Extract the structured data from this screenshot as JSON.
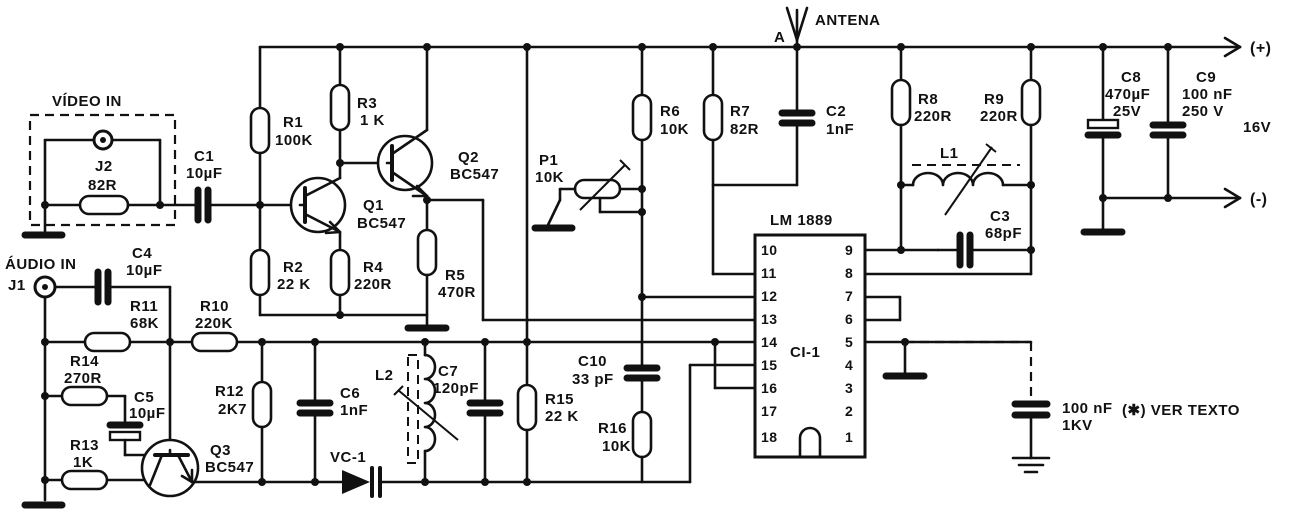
{
  "labels": {
    "antena": "ANTENA",
    "antena_node": "A",
    "plus": "(+)",
    "minus": "(-)",
    "supply": "16V",
    "video_in": "VÍDEO IN",
    "audio_in": "ÁUDIO IN",
    "j1": "J1",
    "j2": "J2",
    "r_82": "82R",
    "c1": "C1",
    "c1v": "10µF",
    "r1": "R1",
    "r1v": "100K",
    "r2": "R2",
    "r2v": "22 K",
    "r3": "R3",
    "r3v": "1 K",
    "r4": "R4",
    "r4v": "220R",
    "r5": "R5",
    "r5v": "470R",
    "q1": "Q1",
    "q1v": "BC547",
    "q2": "Q2",
    "q2v": "BC547",
    "q3": "Q3",
    "q3v": "BC547",
    "c4": "C4",
    "c4v": "10µF",
    "r11": "R11",
    "r11v": "68K",
    "r10": "R10",
    "r10v": "220K",
    "r14": "R14",
    "r14v": "270R",
    "c5": "C5",
    "c5v": "10µF",
    "r13": "R13",
    "r13v": "1K",
    "r12": "R12",
    "r12v": "2K7",
    "c6": "C6",
    "c6v": "1nF",
    "l2": "L2",
    "c7": "C7",
    "c7v": "120pF",
    "vc1": "VC-1",
    "r15": "R15",
    "r15v": "22 K",
    "p1": "P1",
    "p1v": "10K",
    "r6": "R6",
    "r6v": "10K",
    "r7": "R7",
    "r7v": "82R",
    "c2": "C2",
    "c2v": "1nF",
    "c10": "C10",
    "c10v": "33 pF",
    "r16": "R16",
    "r16v": "10K",
    "r8": "R8",
    "r8v": "220R",
    "r9": "R9",
    "r9v": "220R",
    "l1": "L1",
    "c3": "C3",
    "c3v": "68pF",
    "c8": "C8",
    "c8v1": "470µF",
    "c8v2": "25V",
    "c9": "C9",
    "c9v1": "100 nF",
    "c9v2": "250 V",
    "ic_name": "LM 1889",
    "ic_ref": "CI-1",
    "cap_x": "100 nF",
    "cap_x_v": "1KV",
    "note": "(✱) VER TEXTO"
  },
  "pins_left": [
    "10",
    "11",
    "12",
    "13",
    "14",
    "15",
    "16",
    "17",
    "18"
  ],
  "pins_right": [
    "9",
    "8",
    "7",
    "6",
    "5",
    "4",
    "3",
    "2",
    "1"
  ]
}
